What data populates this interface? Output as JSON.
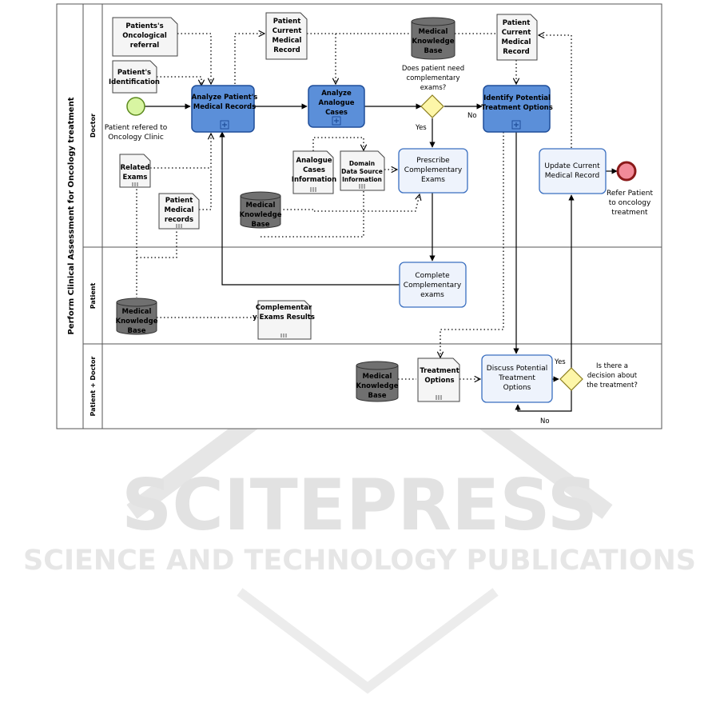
{
  "watermark": {
    "main": "SCITEPRESS",
    "sub": "SCIENCE AND TECHNOLOGY PUBLICATIONS"
  },
  "pool": {
    "title": "Perform Clinical Assessment for Oncology treatment",
    "lanes": [
      "Doctor",
      "Patient",
      "Patient + Doctor"
    ]
  },
  "tasks": {
    "analyze_records": [
      "Analyze Patient's",
      "Medical Records"
    ],
    "analyze_cases": [
      "Analyze",
      "Analogue",
      "Cases"
    ],
    "identify_options": [
      "Identify Potential",
      "Treatment Options"
    ],
    "prescribe": [
      "Prescribe",
      "Complementary",
      "Exams"
    ],
    "update_record": [
      "Update Current",
      "Medical Record"
    ],
    "complete_exams": [
      "Complete",
      "Complementary",
      "exams"
    ],
    "discuss_options": [
      "Discuss Potential",
      "Treatment",
      "Options"
    ]
  },
  "events": {
    "start_label": [
      "Patient refered to",
      "Oncology Clinic"
    ],
    "end_label": [
      "Refer Patient",
      "to oncology",
      "treatment"
    ]
  },
  "gateways": {
    "g1_question": [
      "Does patient need",
      "complementary",
      "exams?"
    ],
    "g1_yes": "Yes",
    "g1_no": "No",
    "g2_question": [
      "Is there a",
      "decision about",
      "the treatment?"
    ],
    "g2_yes": "Yes",
    "g2_no": "No"
  },
  "documents": {
    "oncological_referral": [
      "Patients's",
      "Oncological",
      "referral"
    ],
    "identification": [
      "Patient's",
      "Identification"
    ],
    "current_record_1": [
      "Patient",
      "Current",
      "Medical",
      "Record"
    ],
    "current_record_2": [
      "Patient",
      "Current",
      "Medical",
      "Record"
    ],
    "related_exams": [
      "Related",
      "Exams"
    ],
    "medical_records": [
      "Patient",
      "Medical",
      "records"
    ],
    "analogue_cases_info": [
      "Analogue",
      "Cases",
      "Information"
    ],
    "domain_source_info": [
      "Domain",
      "Data Source",
      "Information"
    ],
    "exam_results": [
      "Complementar",
      "y Exams Results"
    ],
    "treatment_options": [
      "Treatment",
      "Options"
    ]
  },
  "datastores": {
    "kb_top": [
      "Medical",
      "Knowledge",
      "Base"
    ],
    "kb_doctor": [
      "Medical",
      "Knowledge",
      "Base"
    ],
    "kb_patient": [
      "Medical",
      "Knowledge",
      "Base"
    ],
    "kb_bottom": [
      "Medical",
      "Knowledge",
      "Base"
    ]
  }
}
